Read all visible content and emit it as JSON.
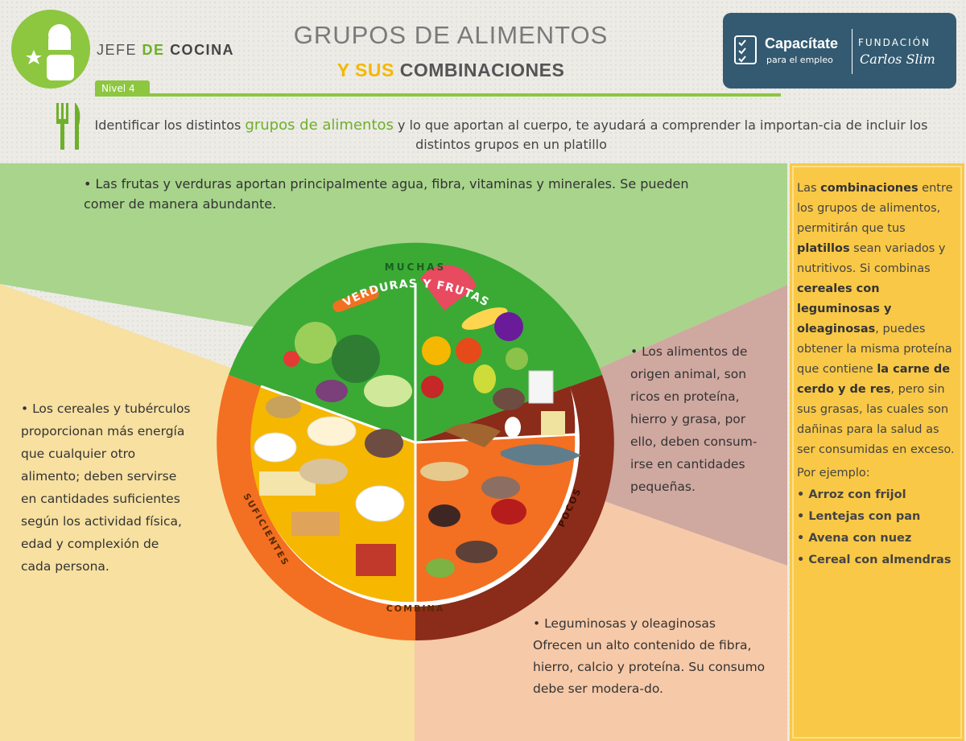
{
  "brand": {
    "jefe": "JEFE",
    "de": "DE",
    "cocina": "COCINA"
  },
  "level": "Nivel 4",
  "title": {
    "line1": "GRUPOS DE ALIMENTOS",
    "y_sus": "Y SUS",
    "combinaciones": "COMBINACIONES"
  },
  "partner": {
    "name": "Capacítate",
    "tagline": "para el empleo",
    "foundation": "FUNDACIÓN",
    "signature": "Carlos Slim"
  },
  "intro": {
    "before": "Identificar los distintos ",
    "highlight": "grupos de alimentos",
    "after": " y lo que aportan al cuerpo, te ayudará a comprender la importan-cia de incluir los distintos grupos en un platillo"
  },
  "plate": {
    "veg_title": "VERDURAS Y FRUTAS",
    "muchas": "MUCHAS",
    "suficientes": "SUFICIENTES",
    "combina": "COMBINA",
    "pocos": "POCOS"
  },
  "sections": {
    "veg": "• Las frutas y verduras aportan principalmente agua, fibra, vitaminas y minerales. Se pueden comer de manera abundante.",
    "cereal": "• Los cereales y tubérculos proporcionan más energía que cualquier otro alimento; deben servirse en cantidades suficientes según los actividad física, edad y complexión de cada persona.",
    "animal": "• Los alimentos de origen animal, son ricos en proteína, hierro y grasa, por ello, deben consum-irse en cantidades pequeñas.",
    "legume": "• Leguminosas y oleaginosas Ofrecen un alto contenido de fibra, hierro, calcio y proteína. Su consumo debe ser modera-do."
  },
  "combo": {
    "p1": "Las ",
    "p1_bold": "combinaciones",
    "p2": " entre los grupos de alimentos, permitirán que tus ",
    "p2_bold": "platillos",
    "p3": " sean variados y nutritivos. Si combinas ",
    "b1": "cereales con leguminosas y oleaginosas",
    "p4": ", puedes obtener la misma proteína que contiene ",
    "b2": "la carne de cerdo y de res",
    "p5": ", pero sin sus grasas, las cuales son dañinas para la salud as ser consumidas en exceso.",
    "example": "Por ejemplo:",
    "items": [
      "• Arroz con frijol",
      "• Lentejas con pan",
      "• Avena con nuez",
      "• Cereal con almendras"
    ]
  },
  "colors": {
    "green": "#8dc63f",
    "yellow": "#f6b700",
    "orange": "#f36f21",
    "darkred": "#8b2b1a",
    "navy": "#335a71"
  }
}
